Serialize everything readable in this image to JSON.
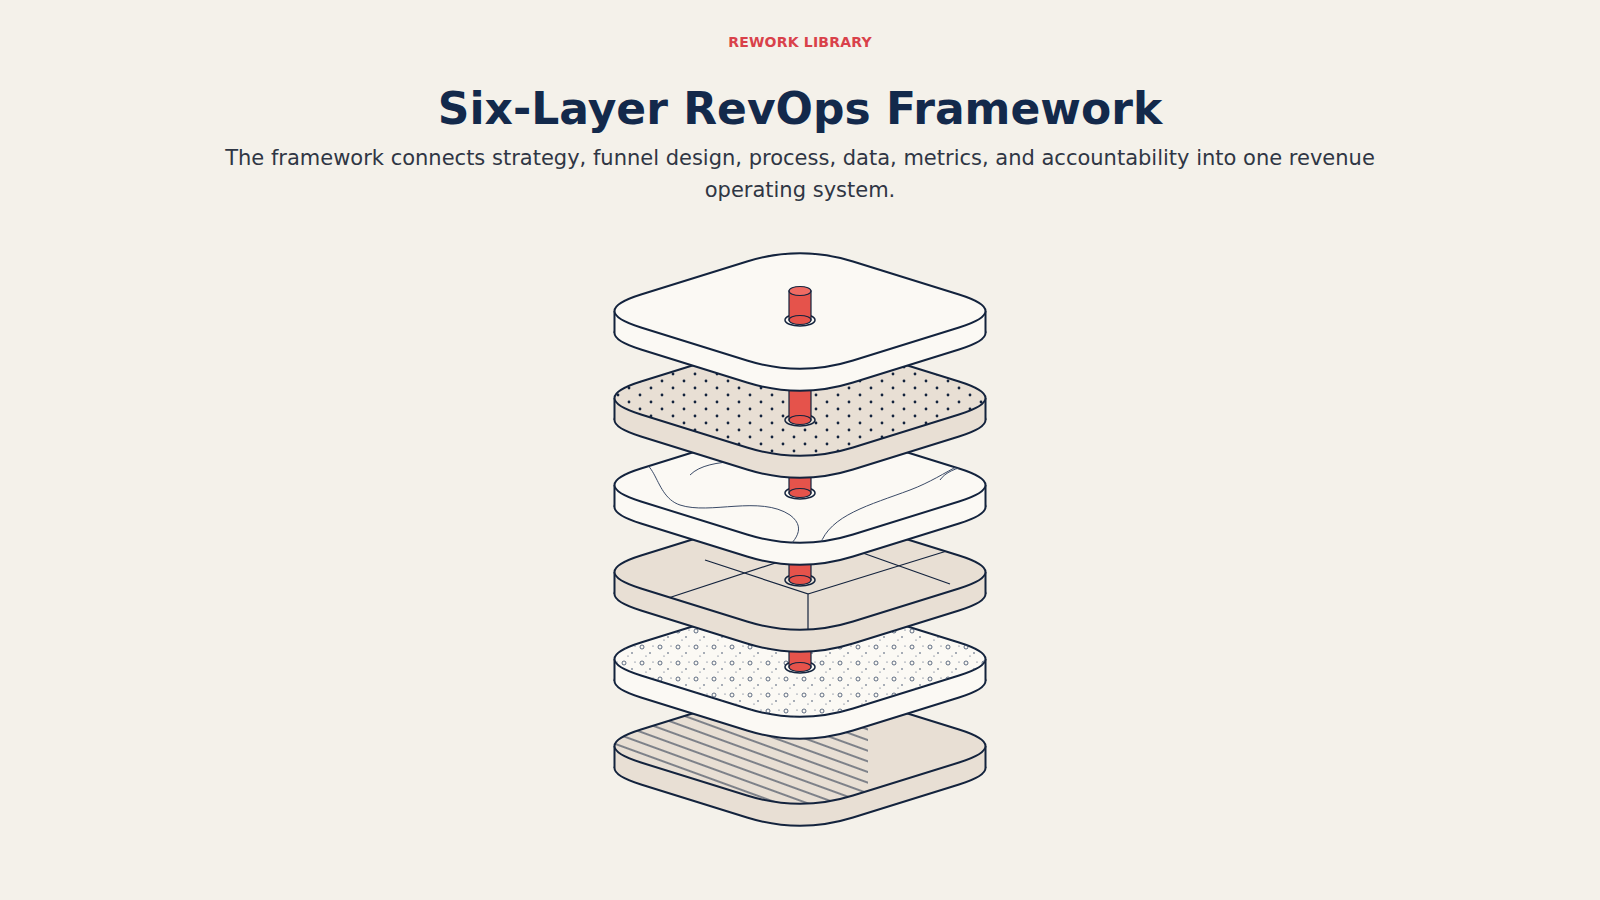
{
  "diagram": {
    "title": "Six-Layer RevOps Framework",
    "caption": "The framework connects strategy, funnel design, process, data, metrics, and accountability into one revenue operating system.",
    "labels": [
      "REWORK LIBRARY"
    ]
  }
}
